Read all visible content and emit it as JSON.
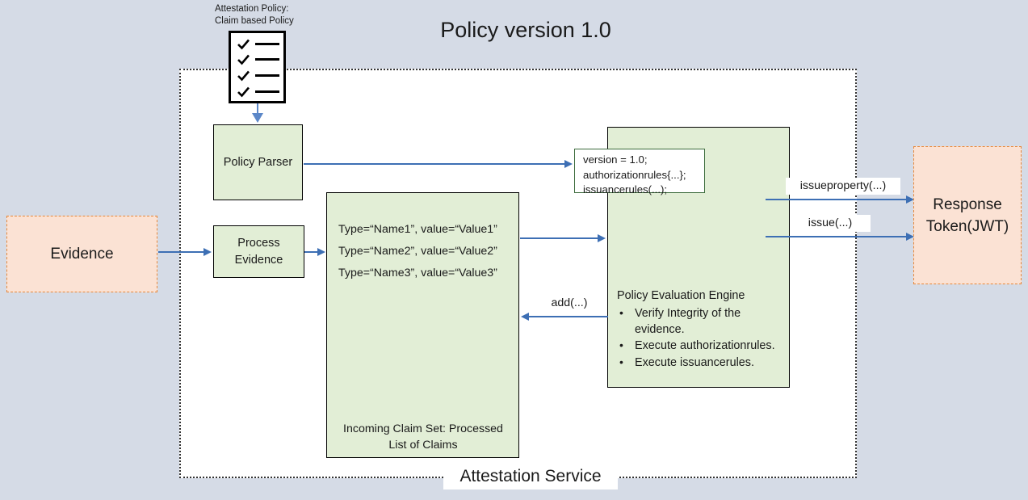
{
  "page": {
    "title": "Policy version 1.0",
    "background_color": "#d5dbe6"
  },
  "policy_source": {
    "caption_line1": "Attestation Policy:",
    "caption_line2": "Claim based Policy",
    "icon": "checklist-icon",
    "checkmark_count": 4
  },
  "container": {
    "label": "Attestation Service",
    "border_style": "dotted"
  },
  "nodes": {
    "evidence": {
      "label": "Evidence",
      "fill": "#fbe2d4",
      "border": "#e8883a"
    },
    "process_evidence": {
      "line1": "Process",
      "line2": "Evidence",
      "fill": "#e2eed6",
      "border": "#000000"
    },
    "policy_parser": {
      "label": "Policy Parser",
      "fill": "#e2eed6",
      "border": "#000000"
    },
    "response_token": {
      "line1": "Response",
      "line2": "Token(JWT)",
      "fill": "#fbe2d4",
      "border": "#e8883a"
    }
  },
  "claim_set": {
    "claims": [
      "Type=“Name1”, value=“Value1”",
      "Type=“Name2”, value=“Value2”",
      "Type=“Name3”, value=“Value3”"
    ],
    "caption_line1": "Incoming Claim Set: Processed",
    "caption_line2": "List of Claims",
    "fill": "#e2eed6"
  },
  "parsed_policy": {
    "lines": [
      "version = 1.0;",
      "authorizationrules{...};",
      "issuancerules(...);"
    ],
    "fill": "#ffffff",
    "border": "#3c6b3c"
  },
  "engine": {
    "title": "Policy Evaluation Engine",
    "bullets": [
      "Verify Integrity of the evidence.",
      "Execute authorizationrules.",
      "Execute issuancerules."
    ],
    "fill": "#e2eed6"
  },
  "arrows": {
    "policy_to_parser": {
      "label": "",
      "direction": "down"
    },
    "evidence_to_process": {
      "label": "",
      "direction": "right"
    },
    "process_to_claimset": {
      "label": "",
      "direction": "right"
    },
    "parser_to_policybox": {
      "label": "",
      "direction": "right"
    },
    "claimset_to_engine": {
      "label": "",
      "direction": "right"
    },
    "engine_to_claimset": {
      "label": "add(...)",
      "direction": "left"
    },
    "issueproperty": {
      "label": "issueproperty(...)",
      "direction": "right"
    },
    "issue": {
      "label": "issue(...)",
      "direction": "right"
    }
  },
  "colors": {
    "arrow": "#3d6fb4",
    "green_fill": "#e2eed6",
    "peach_fill": "#fbe2d4",
    "orange_border": "#e8883a"
  }
}
